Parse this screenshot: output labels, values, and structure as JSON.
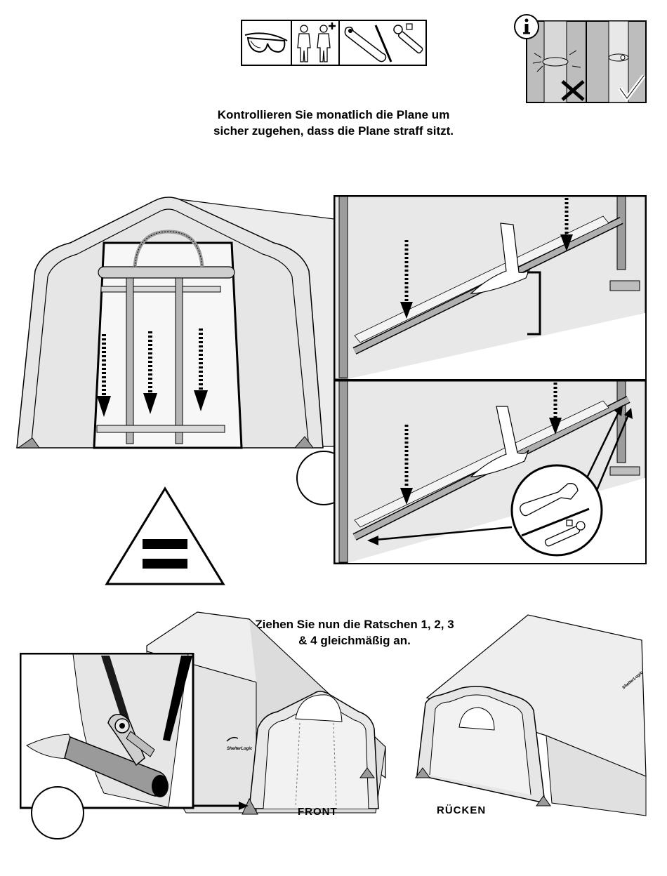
{
  "header": {
    "tools_icons": [
      "safety-glasses-icon",
      "two-persons-icon",
      "wrench-icon",
      "ratchet-icon"
    ],
    "info_icon": "info-icon"
  },
  "instructions": {
    "monthly_check": "Kontrollieren Sie monatlich die Plane um\nsicher zugehen, dass die Plane straff sitzt.",
    "tighten_ratchets": "Ziehen Sie nun die Ratschen 1, 2, 3\n& 4 gleichmäßig an."
  },
  "labels": {
    "front": "FRONT",
    "back": "RÜCKEN"
  },
  "colors": {
    "line": "#000000",
    "fill_light": "#e6e6e6",
    "fill_mid": "#c9c9c9",
    "fill_dark": "#9a9a9a"
  }
}
